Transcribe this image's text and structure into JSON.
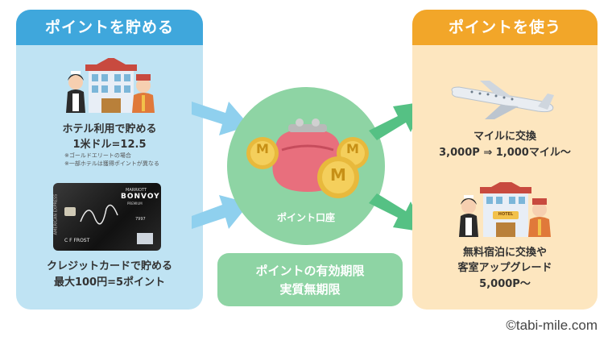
{
  "left_panel": {
    "title": "ポイントを貯める",
    "hotel_text_line1": "ホテル利用で貯める",
    "hotel_text_line2": "1米ドル=12.5",
    "note_line1": "※ゴールドエリートの場合",
    "note_line2": "※一部ホテルは獲得ポイントが異なる",
    "card_text_line1": "クレジットカードで貯める",
    "card_text_line2": "最大100円=5ポイント",
    "card": {
      "brand": "MARRIOTT",
      "product": "BONVOY",
      "tier": "PREMIUM",
      "issuer": "AMERICAN EXPRESS",
      "holder": "C F FROST",
      "number_fragment": "7997"
    }
  },
  "center": {
    "wallet_label": "ポイント口座",
    "coin_letter": "M",
    "validity_line1": "ポイントの有効期限",
    "validity_line2": "実質無期限"
  },
  "right_panel": {
    "title": "ポイントを使う",
    "miles_line1": "マイルに交換",
    "miles_line2": "3,000P ⇒ 1,000マイル〜",
    "stay_line1": "無料宿泊に交換や",
    "stay_line2": "客室アップグレード",
    "stay_line3": "5,000P〜",
    "hotel_sign": "HOTEL"
  },
  "copyright": "©tabi-mile.com",
  "colors": {
    "left_bg": "#bfe3f3",
    "left_header": "#3fa7dc",
    "right_bg": "#fde6bf",
    "right_header": "#f2a629",
    "center_green": "#8ed4a4",
    "arrow_blue": "#8fd0ee",
    "arrow_green": "#55c184"
  }
}
